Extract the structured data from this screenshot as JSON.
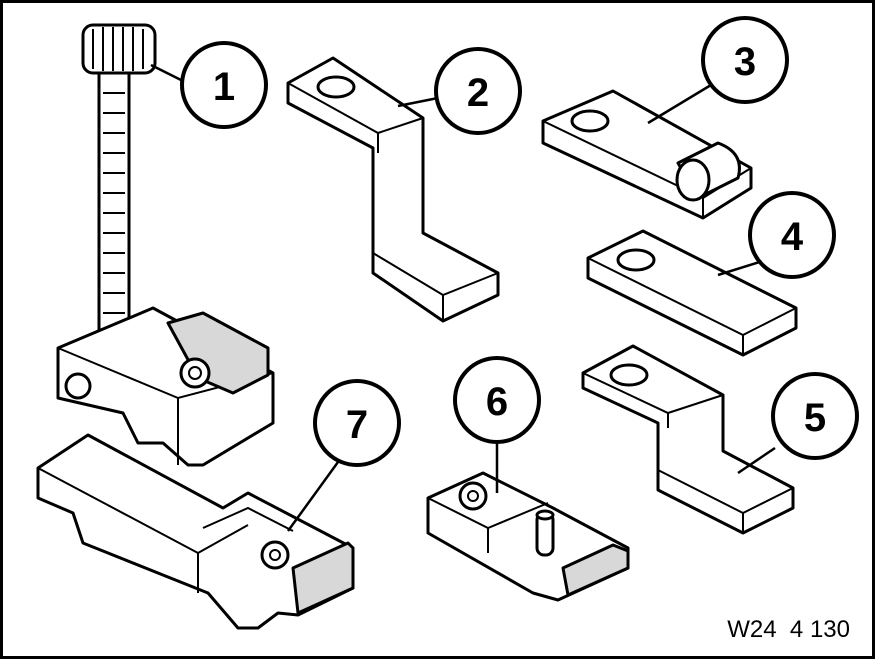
{
  "callouts": {
    "c1": "1",
    "c2": "2",
    "c3": "3",
    "c4": "4",
    "c5": "5",
    "c6": "6",
    "c7": "7"
  },
  "reference_code": "W24  4 130"
}
